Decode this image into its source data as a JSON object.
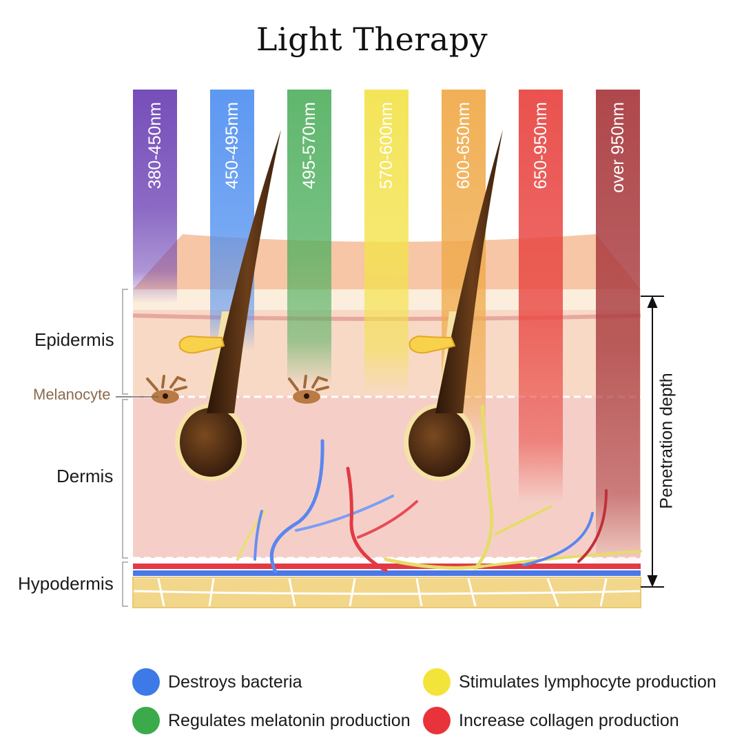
{
  "title": "Light Therapy",
  "bands": [
    {
      "label": "380-450nm",
      "color": "#6a3fb3"
    },
    {
      "label": "450-495nm",
      "color": "#4f8ff0"
    },
    {
      "label": "495-570nm",
      "color": "#52b060"
    },
    {
      "label": "570-600nm",
      "color": "#f3e24a"
    },
    {
      "label": "600-650nm",
      "color": "#f0a948"
    },
    {
      "label": "650-950nm",
      "color": "#e8433f"
    },
    {
      "label": "over  950nm",
      "color": "#a8383c"
    }
  ],
  "layers": {
    "epidermis": "Epidermis",
    "melanocyte": "Melanocyte",
    "dermis": "Dermis",
    "hypodermis": "Hypodermis"
  },
  "penetration_label": "Penetration depth",
  "legend": [
    {
      "text": "Destroys bacteria",
      "color": "#3d7ae8"
    },
    {
      "text": "Stimulates lymphocyte production",
      "color": "#f3e43a"
    },
    {
      "text": "Regulates melatonin production",
      "color": "#3aaa4a"
    },
    {
      "text": "Increase collagen production",
      "color": "#e8333a"
    }
  ]
}
